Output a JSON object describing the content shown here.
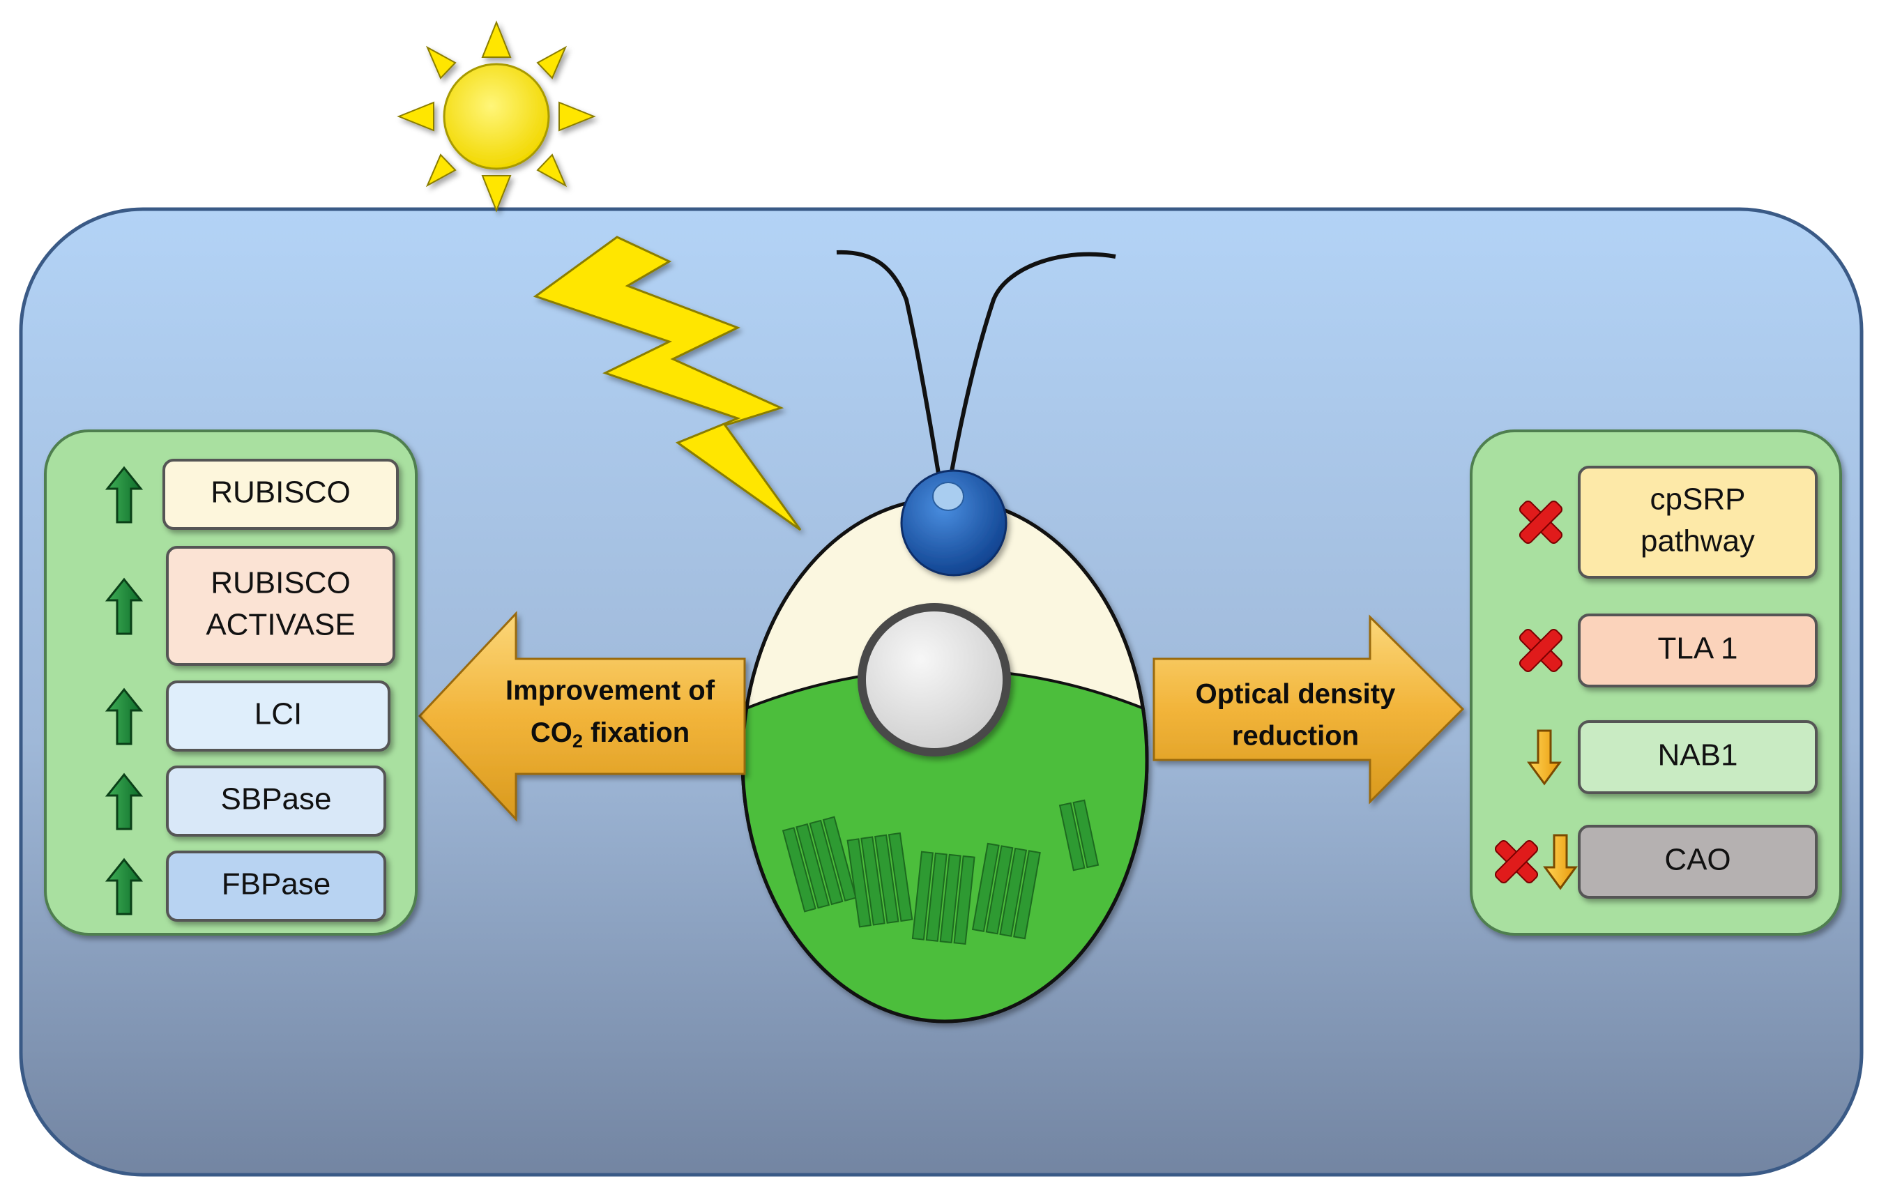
{
  "left_panel": {
    "items": [
      {
        "lines": [
          "RUBISCO"
        ],
        "indicator": "up",
        "fill": "#fdf6dc"
      },
      {
        "lines": [
          "RUBISCO",
          "ACTIVASE"
        ],
        "indicator": "up",
        "fill": "#fbe3d4"
      },
      {
        "lines": [
          "LCI"
        ],
        "indicator": "up",
        "fill": "#dfeefb"
      },
      {
        "lines": [
          "SBPase"
        ],
        "indicator": "up",
        "fill": "#d9e8f8"
      },
      {
        "lines": [
          "FBPase"
        ],
        "indicator": "up",
        "fill": "#b8d3f2"
      }
    ]
  },
  "right_panel": {
    "items": [
      {
        "lines": [
          "cpSRP",
          "pathway"
        ],
        "indicators": [
          "x"
        ],
        "fill": "#fde9a8"
      },
      {
        "lines": [
          "TLA 1"
        ],
        "indicators": [
          "x"
        ],
        "fill": "#fbd3bb"
      },
      {
        "lines": [
          "NAB1"
        ],
        "indicators": [
          "down"
        ],
        "fill": "#c9ebc3"
      },
      {
        "lines": [
          "CAO"
        ],
        "indicators": [
          "x",
          "down"
        ],
        "fill": "#b5b1b1"
      }
    ]
  },
  "left_arrow": {
    "line1": "Improvement of",
    "line2_prefix": "CO",
    "line2_sub": "2",
    "line2_suffix": " fixation"
  },
  "right_arrow": {
    "line1": "Optical density",
    "line2": "reduction"
  },
  "colors": {
    "up_arrow": "#1f8a3a",
    "down_arrow": "#f2b21b",
    "x_mark": "#e01b1b",
    "panel_fill": "#a9e0a0",
    "cell_cream": "#fbf7e0",
    "chloroplast": "#4cbe3c",
    "eyespot": "#1e63b8",
    "sun": "#ffe600"
  },
  "icons": [
    "sun-icon",
    "lightning-icon",
    "algae-cell-icon",
    "up-arrow-icon",
    "down-arrow-icon",
    "x-mark-icon"
  ]
}
